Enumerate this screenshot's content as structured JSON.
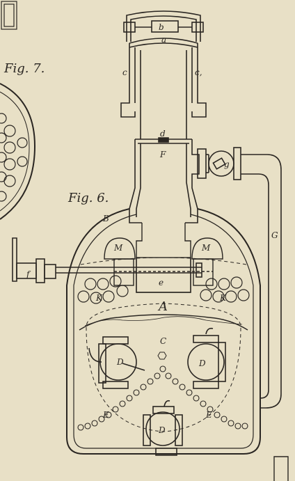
{
  "figures": [
    {
      "id": "fig7",
      "caption": "Fig. 7."
    },
    {
      "id": "fig6",
      "caption": "Fig. 6."
    }
  ],
  "labels": {
    "b": "b",
    "a": "a",
    "c_left": "c",
    "c_right": "c,",
    "d": "d",
    "F": "F",
    "g": "g",
    "G": "G",
    "B": "B",
    "M_left": "M",
    "M_right": "M",
    "f": "f",
    "e": "e",
    "K_left": "K",
    "K_right": "K",
    "A": "A",
    "C": "C",
    "D_left": "D",
    "D_right": "D",
    "D_bottom": "D",
    "E_left": "E",
    "E_right": "E"
  },
  "colors": {
    "paper": "#ece4cc",
    "ink": "#2a2622"
  }
}
